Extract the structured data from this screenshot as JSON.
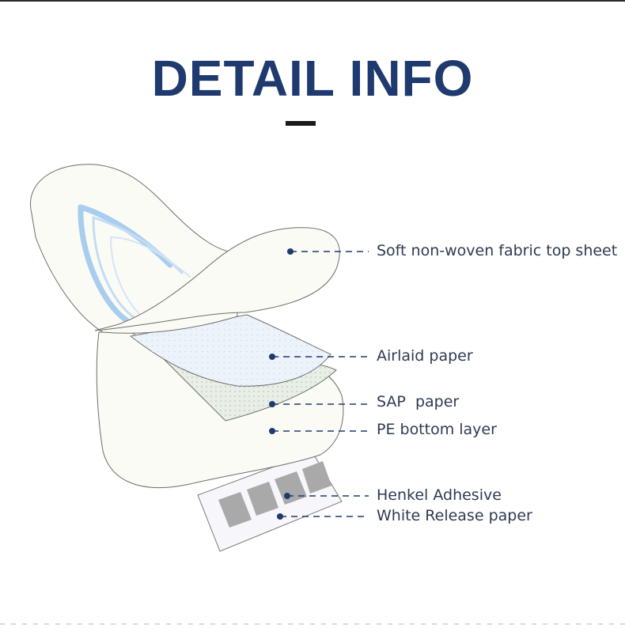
{
  "title": "DETAIL INFO",
  "colors": {
    "title": "#1f3a6e",
    "leader": "#1f3a6e",
    "label": "#2f3a52"
  },
  "layers": [
    {
      "id": "top-sheet",
      "label": "Soft non-woven fabric top sheet"
    },
    {
      "id": "airlaid",
      "label": "Airlaid paper"
    },
    {
      "id": "sap",
      "label": "SAP  paper"
    },
    {
      "id": "pe-bottom",
      "label": "PE bottom layer"
    },
    {
      "id": "adhesive",
      "label": "Henkel Adhesive"
    },
    {
      "id": "release",
      "label": "White Release paper"
    }
  ]
}
